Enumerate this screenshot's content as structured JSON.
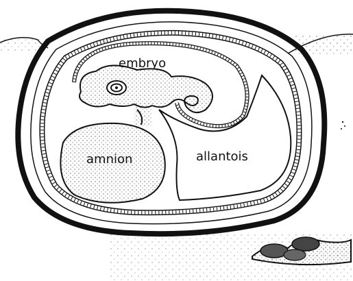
{
  "labels": {
    "embryo": "embryo",
    "amnion": "amnion",
    "allantois": "allantois"
  },
  "colors": {
    "ink": "#111111",
    "background": "#ffffff",
    "stipple": "#222222"
  }
}
